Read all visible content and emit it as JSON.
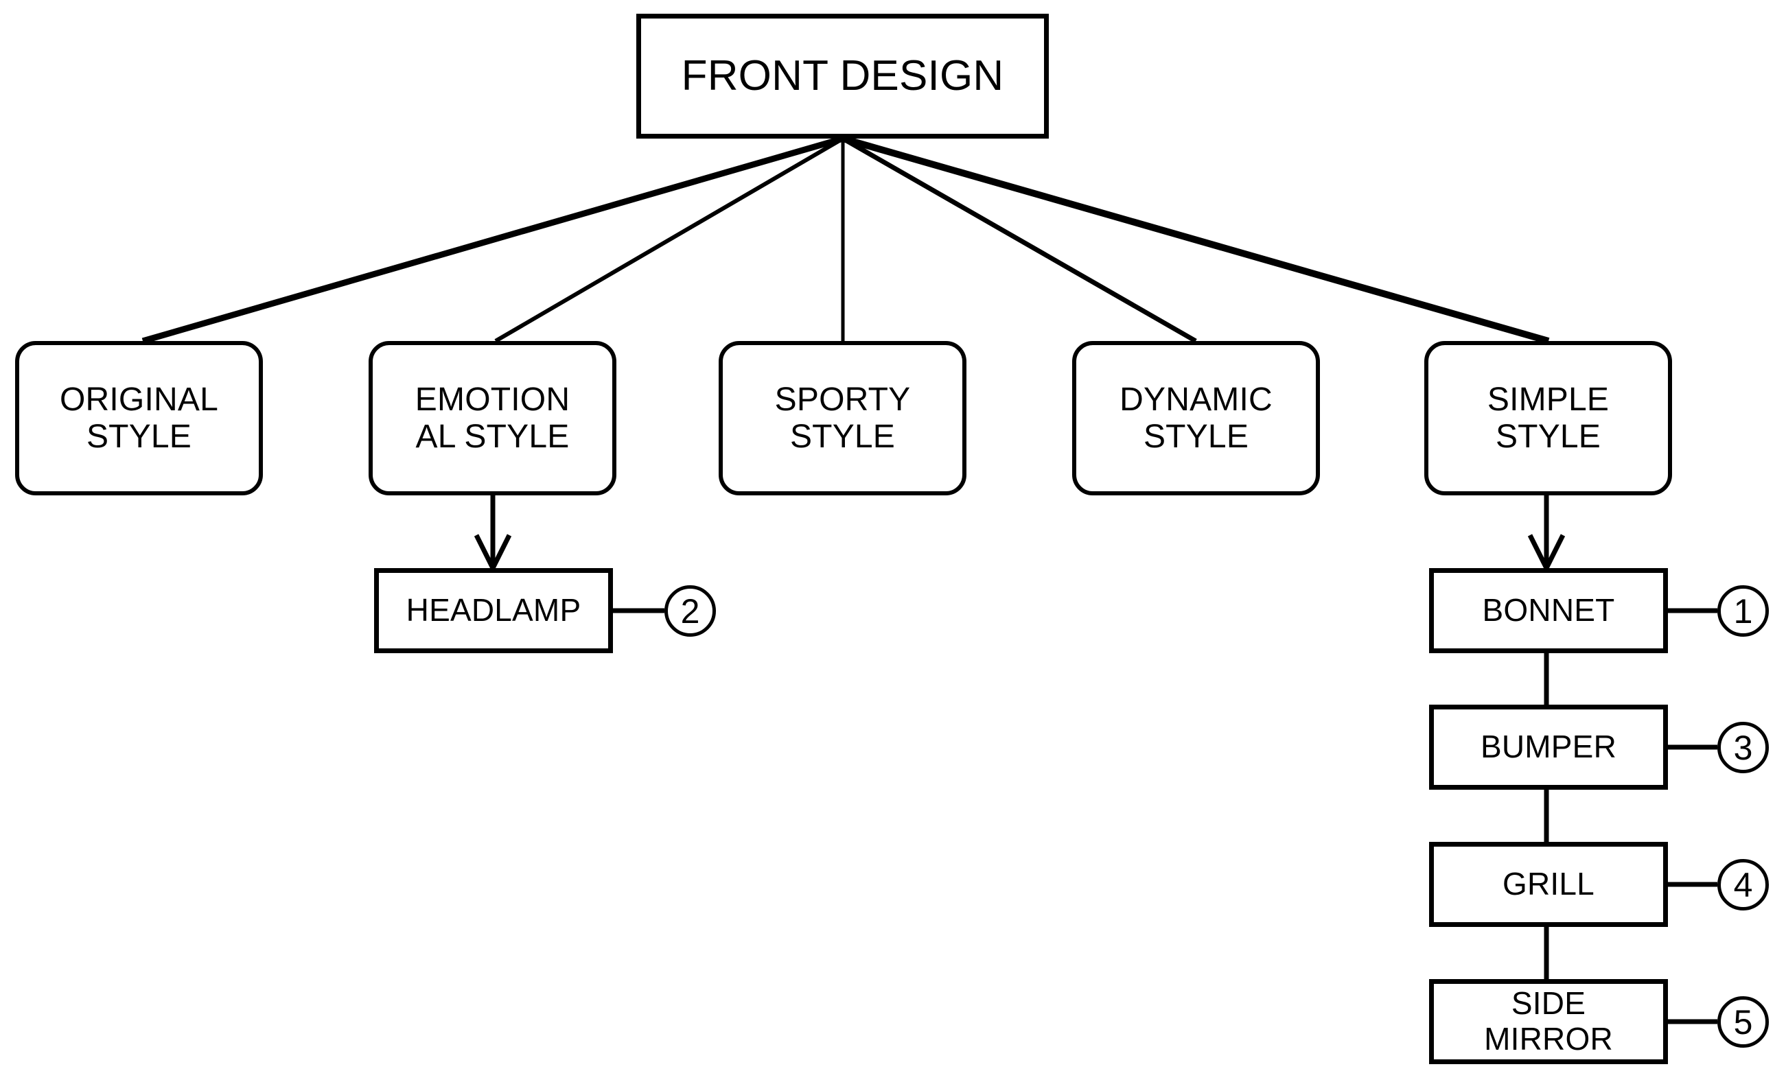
{
  "diagram": {
    "title": "FRONT DESIGN",
    "type": "tree-diagram",
    "background_color": "#ffffff",
    "line_color": "#000000",
    "text_color": "#000000"
  },
  "root": {
    "label": "FRONT DESIGN",
    "shape": "rectangle"
  },
  "style_nodes": [
    {
      "label": "ORIGINAL\nSTYLE",
      "shape": "rounded-rectangle"
    },
    {
      "label": "EMOTION\nAL STYLE",
      "shape": "rounded-rectangle"
    },
    {
      "label": "SPORTY\nSTYLE",
      "shape": "rounded-rectangle"
    },
    {
      "label": "DYNAMIC\nSTYLE",
      "shape": "rounded-rectangle"
    },
    {
      "label": "SIMPLE\nSTYLE",
      "shape": "rounded-rectangle"
    }
  ],
  "part_nodes": [
    {
      "label": "HEADLAMP",
      "marker": "2",
      "parent": "EMOTION\nAL STYLE"
    },
    {
      "label": "BONNET",
      "marker": "1",
      "parent": "SIMPLE\nSTYLE"
    },
    {
      "label": "BUMPER",
      "marker": "3",
      "parent": "BONNET"
    },
    {
      "label": "GRILL",
      "marker": "4",
      "parent": "BUMPER"
    },
    {
      "label": "SIDE\nMIRROR",
      "marker": "5",
      "parent": "GRILL"
    }
  ],
  "markers": {
    "bonnet": "1",
    "headlamp": "2",
    "bumper": "3",
    "grill": "4",
    "side_mirror": "5"
  }
}
